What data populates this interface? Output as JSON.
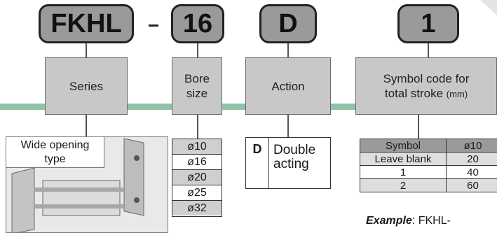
{
  "codes": {
    "series": "FKHL",
    "dash": "–",
    "bore": "16",
    "action": "D",
    "stroke": "1"
  },
  "labels": {
    "series": "Series",
    "bore_line1": "Bore",
    "bore_line2": "size",
    "action": "Action",
    "stroke_line1": "Symbol code for",
    "stroke_line2": "total stroke",
    "stroke_unit": "(mm)"
  },
  "series_photo": {
    "caption_line1": "Wide opening",
    "caption_line2": "type"
  },
  "bore_sizes": [
    "ø10",
    "ø16",
    "ø20",
    "ø25",
    "ø32"
  ],
  "action_options": [
    {
      "code": "D",
      "line1": "Double",
      "line2": "acting"
    }
  ],
  "stroke_table": {
    "headers": [
      "Symbol",
      "ø10"
    ],
    "rows": [
      [
        "Leave blank",
        "20"
      ],
      [
        "1",
        "40"
      ],
      [
        "2",
        "60"
      ]
    ]
  },
  "example": {
    "label": "Example",
    "text": ": FKHL-"
  },
  "colors": {
    "connector": "#8fc2a6",
    "code_box": "#9a9a9a",
    "label_box": "#c8c8c8"
  }
}
